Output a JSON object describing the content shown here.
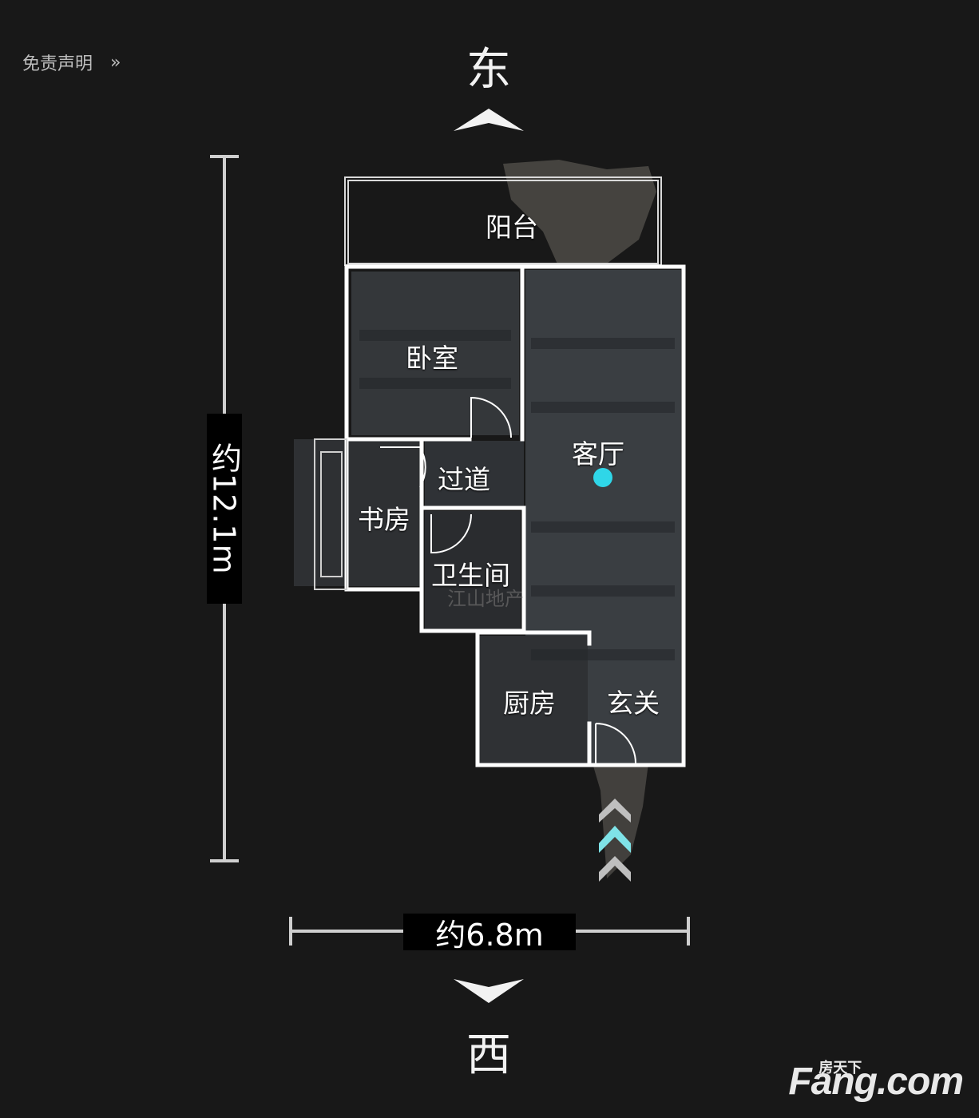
{
  "disclaimer": {
    "label": "免责声明",
    "chevron": "»"
  },
  "compass": {
    "top": "东",
    "bottom": "西"
  },
  "dimensions": {
    "vertical": "约12.1m",
    "horizontal": "约6.8m"
  },
  "rooms": {
    "balcony": "阳台",
    "bedroom": "卧室",
    "living_room": "客厅",
    "corridor": "过道",
    "study": "书房",
    "bathroom": "卫生间",
    "kitchen": "厨房",
    "entrance": "玄关"
  },
  "colors": {
    "background": "#181818",
    "wall": "#ffffff",
    "marker": "#2fd6e8",
    "entry_arrow": "#7fe3e8"
  },
  "watermark": "江山地产",
  "logo": {
    "brand": "Fang.com",
    "tag": "房天下"
  }
}
